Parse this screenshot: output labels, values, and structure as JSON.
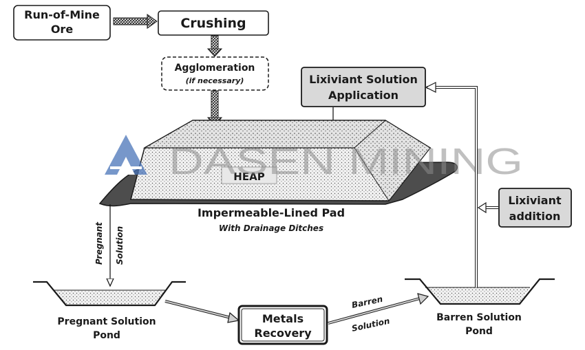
{
  "watermark": {
    "text": "DASEN MINING"
  },
  "boxes": {
    "run_of_mine": [
      "Run-of-Mine",
      "Ore"
    ],
    "crushing": "Crushing",
    "agglomeration": "Agglomeration",
    "agglomeration_note": "(if necessary)",
    "lixiviant_application": [
      "Lixiviant Solution",
      "Application"
    ],
    "lixiviant_addition": [
      "Lixiviant",
      "addition"
    ],
    "metals_recovery": [
      "Metals",
      "Recovery"
    ]
  },
  "heap": {
    "label": "HEAP"
  },
  "pad": {
    "title": "Impermeable-Lined Pad",
    "subtitle": "With Drainage Ditches"
  },
  "flows": {
    "pregnant": [
      "Pregnant",
      "Solution"
    ],
    "barren": [
      "Barren",
      "Solution"
    ]
  },
  "ponds": {
    "pregnant": [
      "Pregnant Solution",
      "Pond"
    ],
    "barren": [
      "Barren Solution",
      "Pond"
    ]
  },
  "colors": {
    "box_fill_grey": "#d9d9d9",
    "line": "#1a1a1a",
    "watermark": "#8c8c8c",
    "logo_blue": "#4a74b8"
  }
}
